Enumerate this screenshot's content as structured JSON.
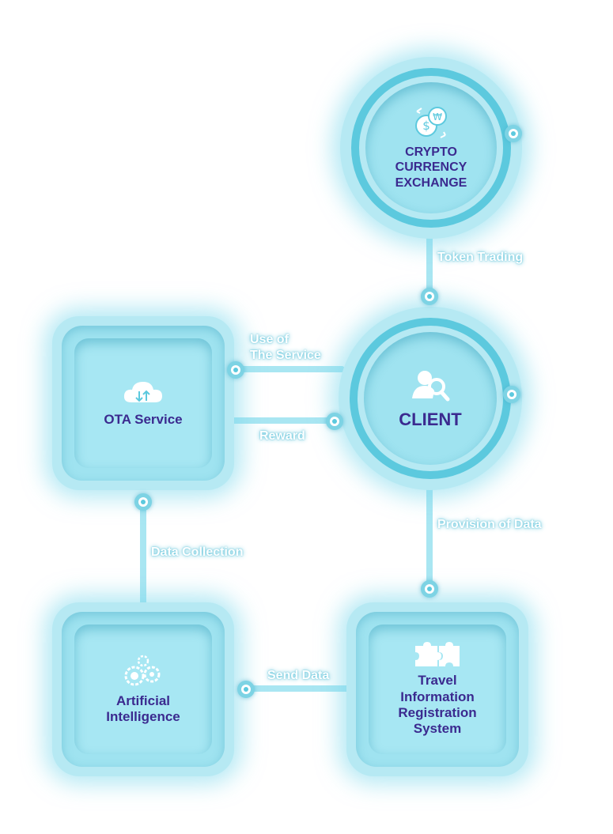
{
  "nodes": {
    "crypto": {
      "title_lines": [
        "CRYPTO",
        "CURRENCY",
        "EXCHANGE"
      ],
      "icon": "currency-exchange-icon"
    },
    "client": {
      "title": "CLIENT",
      "icon": "user-search-icon"
    },
    "ota": {
      "title": "OTA Service",
      "icon": "cloud-sync-icon"
    },
    "ai": {
      "title_lines": [
        "Artificial",
        "Intelligence"
      ],
      "icon": "gears-icon"
    },
    "travel": {
      "title_lines": [
        "Travel",
        "Information",
        "Registration",
        "System"
      ],
      "icon": "puzzle-icon"
    }
  },
  "edges": {
    "token_trading": "Token Trading",
    "use_of_service": [
      "Use of",
      "The Service"
    ],
    "reward": "Reward",
    "provision_of_data": "Provision of Data",
    "data_collection": "Data Collection",
    "send_data": "Send Data"
  },
  "colors": {
    "node_fill": "#9fe3f0",
    "ring": "#5cc9de",
    "connector": "#a9e6f2",
    "title_text": "#3b2a8f",
    "label_text": "#ffffff"
  }
}
